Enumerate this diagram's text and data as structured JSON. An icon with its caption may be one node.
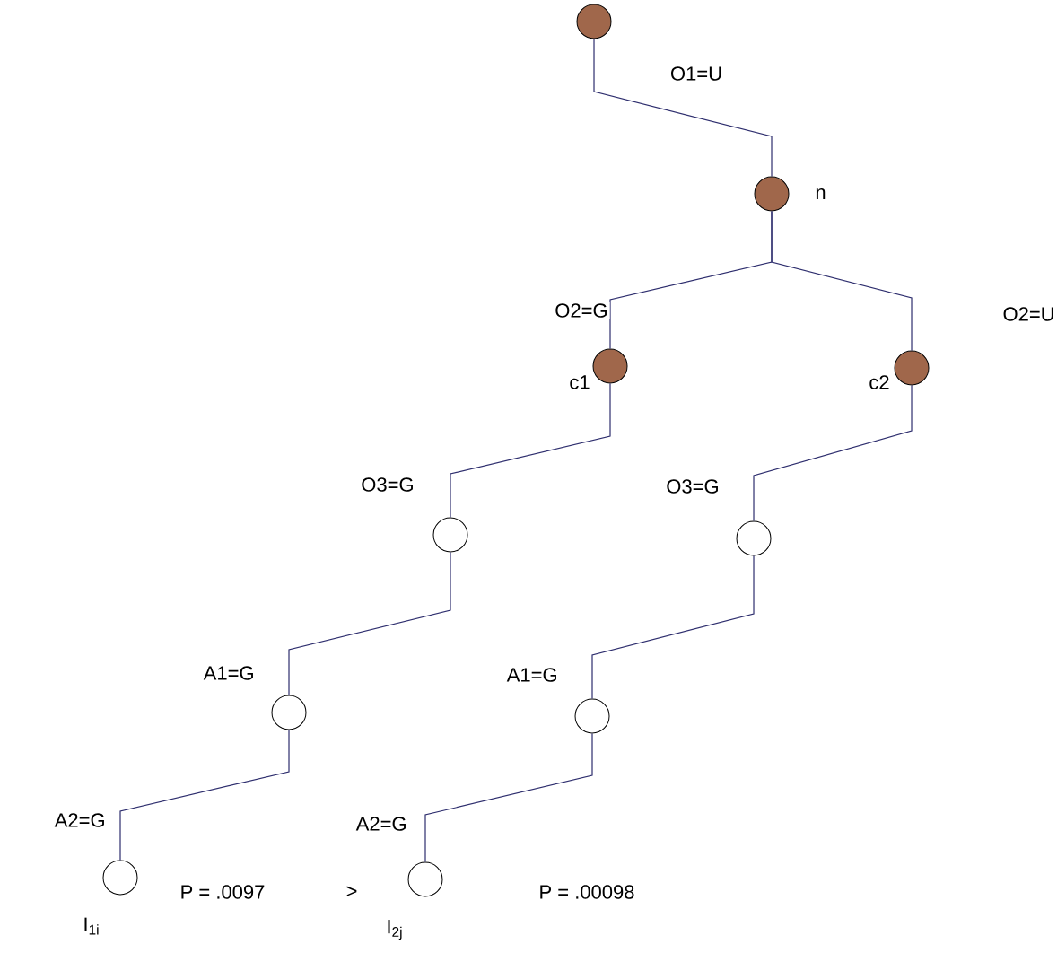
{
  "diagram": {
    "nodes": [
      {
        "text": [],
        "shape": "circle"
      },
      {
        "text": [],
        "shape": "circle",
        "beside": [
          "n"
        ]
      },
      {
        "text": [],
        "shape": "circle",
        "beside": [
          "c1"
        ]
      },
      {
        "text": [],
        "shape": "circle",
        "beside": [
          "c2"
        ]
      },
      {
        "text": [],
        "shape": "circle"
      },
      {
        "text": [],
        "shape": "circle"
      },
      {
        "text": [],
        "shape": "circle"
      },
      {
        "text": [],
        "shape": "circle"
      },
      {
        "text": [],
        "shape": "circle",
        "beside": [
          "I$_{1i}$"
        ]
      },
      {
        "text": [],
        "shape": "circle",
        "beside": [
          "I$_{2j}$"
        ]
      }
    ],
    "edges": [
      {
        "from": 0,
        "to": 1,
        "arrow": "none",
        "label": "O1=U"
      },
      {
        "from": 1,
        "to": 2,
        "arrow": "none",
        "label": "O2=G"
      },
      {
        "from": 1,
        "to": 3,
        "arrow": "none",
        "label": "O2=U"
      },
      {
        "from": 2,
        "to": 4,
        "arrow": "none",
        "label": "O3=G"
      },
      {
        "from": 3,
        "to": 5,
        "arrow": "none",
        "label": "O3=G"
      },
      {
        "from": 4,
        "to": 6,
        "arrow": "none",
        "label": "A1=G"
      },
      {
        "from": 5,
        "to": 7,
        "arrow": "none",
        "label": "A1=G"
      },
      {
        "from": 6,
        "to": 8,
        "arrow": "none",
        "label": "A2=G"
      },
      {
        "from": 7,
        "to": 9,
        "arrow": "none",
        "label": "A2=G"
      }
    ],
    "labels": [
      "P = .0097",
      ">",
      "P = .00098"
    ]
  }
}
